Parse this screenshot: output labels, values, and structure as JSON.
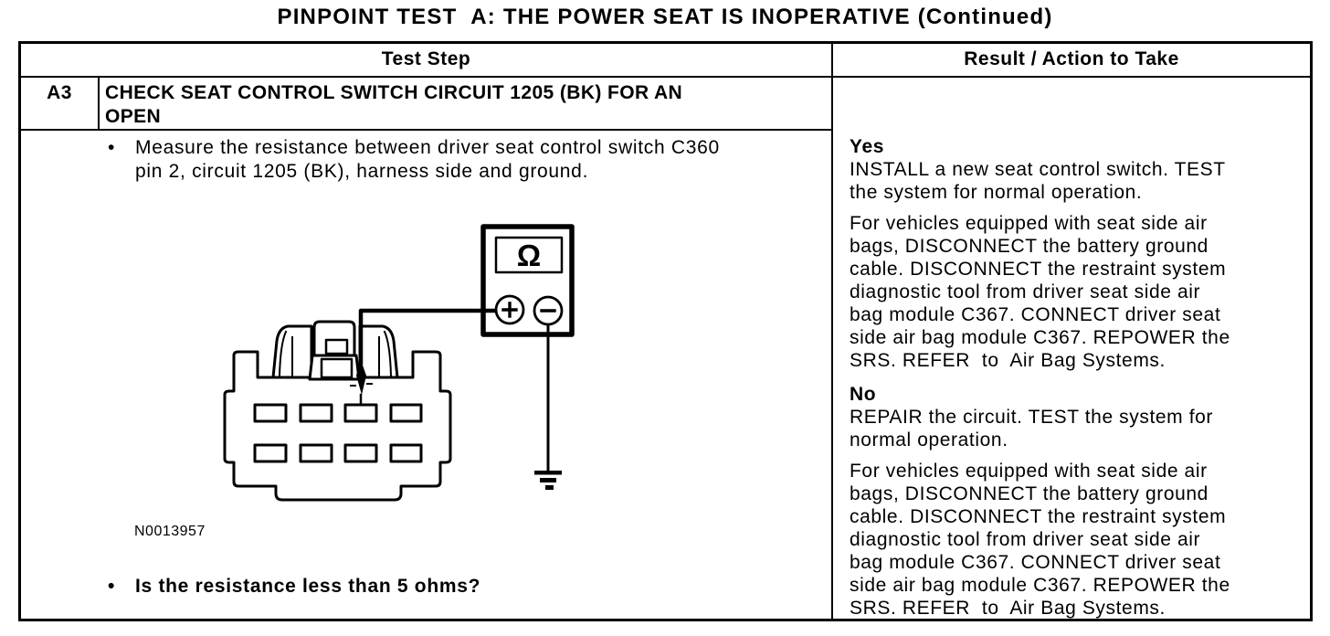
{
  "title": "PINPOINT TEST  A: THE POWER SEAT IS INOPERATIVE (Continued)",
  "table": {
    "headers": {
      "test_step": "Test Step",
      "result_action": "Result / Action to Take"
    },
    "step": {
      "id": "A3",
      "bullet_char": "•",
      "title_lines": [
        "CHECK SEAT CONTROL SWITCH CIRCUIT 1205 (BK) FOR AN",
        "OPEN"
      ],
      "instruction_lines": [
        "Measure the resistance between driver seat control switch C360",
        "pin 2, circuit 1205 (BK), harness side and ground."
      ],
      "figure_label": "N0013957",
      "question": "Is the resistance less than 5 ohms?"
    },
    "result": {
      "yes_label": "Yes",
      "yes_action_lines": [
        "INSTALL a new seat control switch. TEST",
        "the system for normal operation."
      ],
      "yes_note_lines": [
        "For vehicles equipped with seat side air",
        "bags, DISCONNECT the battery ground",
        "cable. DISCONNECT the restraint system",
        "diagnostic tool from driver seat side air",
        "bag module C367. CONNECT driver seat",
        "side air bag module C367. REPOWER the",
        "SRS. REFER  to  Air Bag Systems."
      ],
      "no_label": "No",
      "no_action_lines": [
        "REPAIR the circuit. TEST the system for",
        "normal operation."
      ],
      "no_note_lines": [
        "For vehicles equipped with seat side air",
        "bags, DISCONNECT the battery ground",
        "cable. DISCONNECT the restraint system",
        "diagnostic tool from driver seat side air",
        "bag module C367. CONNECT driver seat",
        "side air bag module C367. REPOWER the",
        "SRS. REFER  to  Air Bag Systems."
      ]
    }
  },
  "diagram": {
    "ohmmeter_symbol": "Ω",
    "plus_terminal": "+",
    "minus_terminal": "−",
    "connector_name": "driver seat control switch connector C360",
    "pin_slot_count": 8
  },
  "colors": {
    "ink": "#000000",
    "paper": "#ffffff"
  }
}
